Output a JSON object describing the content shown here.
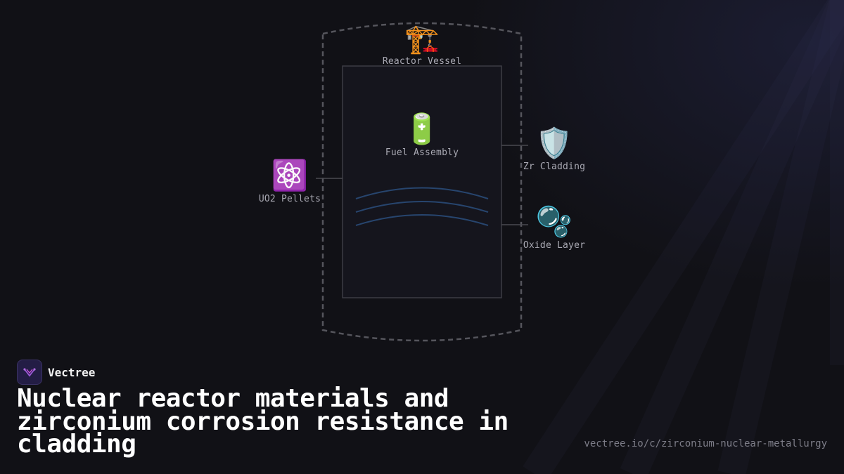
{
  "diagram": {
    "nodes": [
      {
        "id": "vessel",
        "label": "Reactor Vessel",
        "icon": "🏗️",
        "icon_name": "construction-crane-icon"
      },
      {
        "id": "fuel",
        "label": "Fuel Assembly",
        "icon": "🔋",
        "icon_name": "battery-icon"
      },
      {
        "id": "pellets",
        "label": "UO2 Pellets",
        "icon": "⚛️",
        "icon_name": "atom-icon"
      },
      {
        "id": "cladding",
        "label": "Zr Cladding",
        "icon": "🛡️",
        "icon_name": "shield-icon"
      },
      {
        "id": "oxide",
        "label": "Oxide Layer",
        "icon": "🫧",
        "icon_name": "bubbles-icon"
      }
    ],
    "colors": {
      "accent": "#2a4a78",
      "border": "#4a4a52",
      "vessel": "#5a5a62"
    }
  },
  "brand": {
    "name": "Vectree"
  },
  "title": "Nuclear reactor materials and zirconium corrosion resistance in cladding",
  "url": "vectree.io/c/zirconium-nuclear-metallurgy"
}
